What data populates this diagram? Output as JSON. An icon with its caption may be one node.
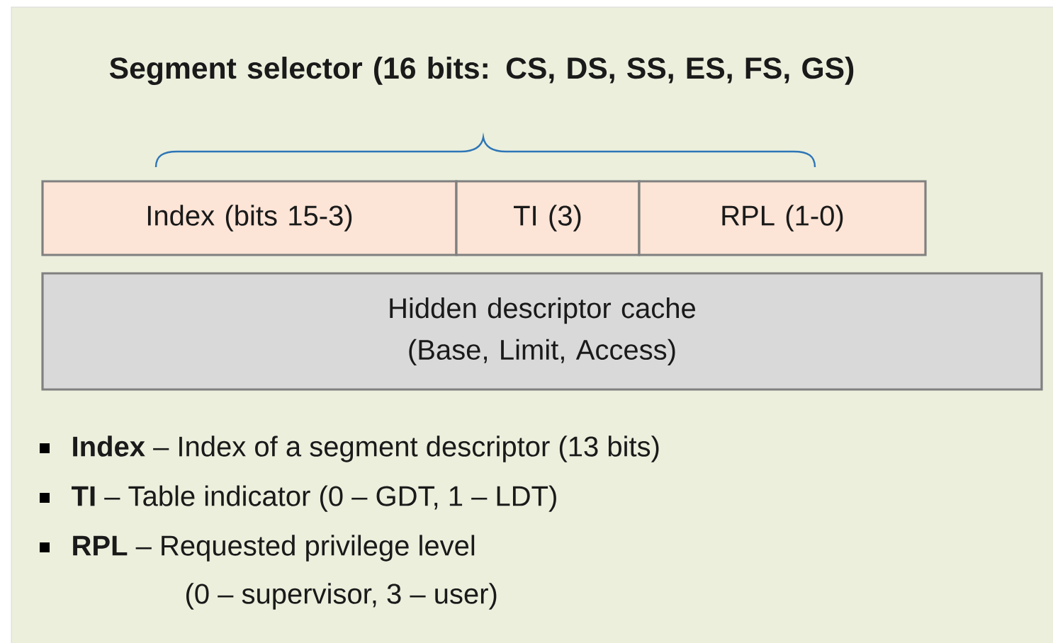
{
  "diagram": {
    "title": "Segment selector (16 bits: CS, DS, SS, ES, FS, GS)",
    "nodes": [
      {
        "text": [
          "Index (bits 15-3)"
        ]
      },
      {
        "text": [
          "TI (3)"
        ]
      },
      {
        "text": [
          "RPL (1-0)"
        ]
      },
      {
        "text": [
          "Hidden descriptor cache (Base, Limit, Access)"
        ]
      }
    ],
    "labels": [
      "**Index** – Index of a segment descriptor (13 bits)",
      "**TI** – Table indicator (0 – GDT, 1 – LDT)",
      "**RPL** – Requested privilege level",
      "(0 – supervisor, 3 – user)"
    ]
  }
}
